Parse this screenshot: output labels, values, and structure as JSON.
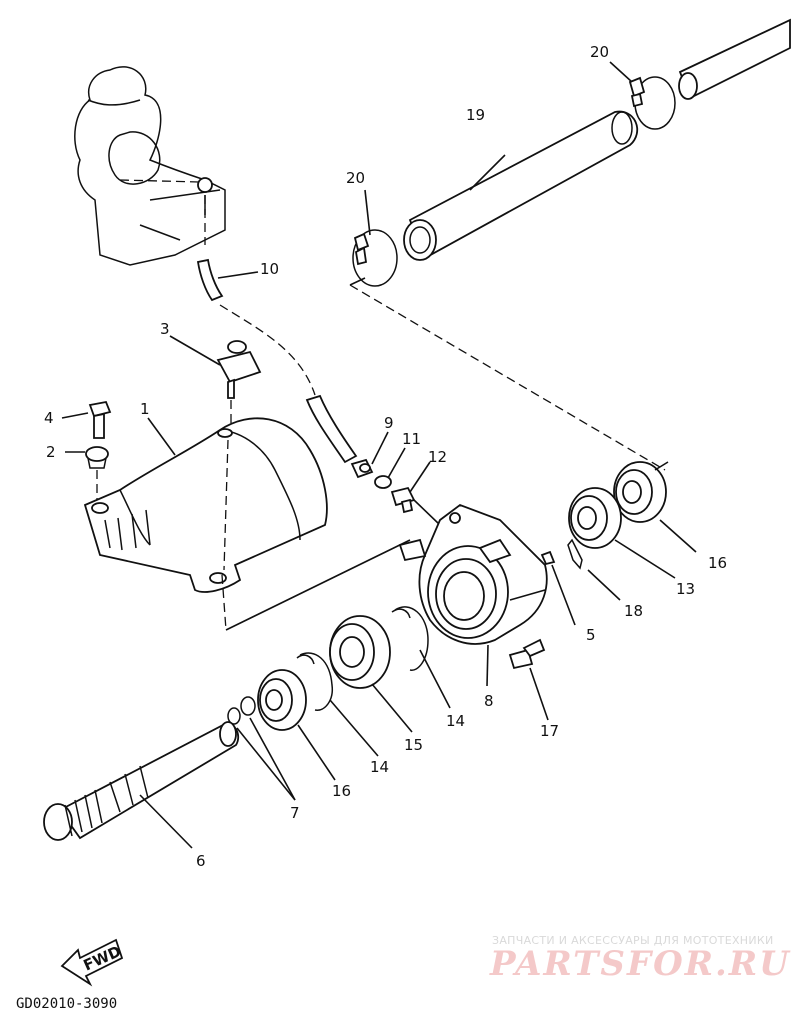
{
  "diagram": {
    "callouts": [
      "1",
      "2",
      "3",
      "4",
      "5",
      "6",
      "7",
      "8",
      "9",
      "10",
      "11",
      "12",
      "13",
      "14",
      "14",
      "15",
      "16",
      "16",
      "17",
      "18",
      "19",
      "20",
      "20"
    ],
    "fwd_label": "FWD",
    "drawing_code": "GD02010-3090"
  },
  "watermark": {
    "tagline": "ЗАПЧАСТИ И АКСЕССУАРЫ ДЛЯ МОТОТЕХНИКИ",
    "brand": "PARTSFOR.RU"
  }
}
